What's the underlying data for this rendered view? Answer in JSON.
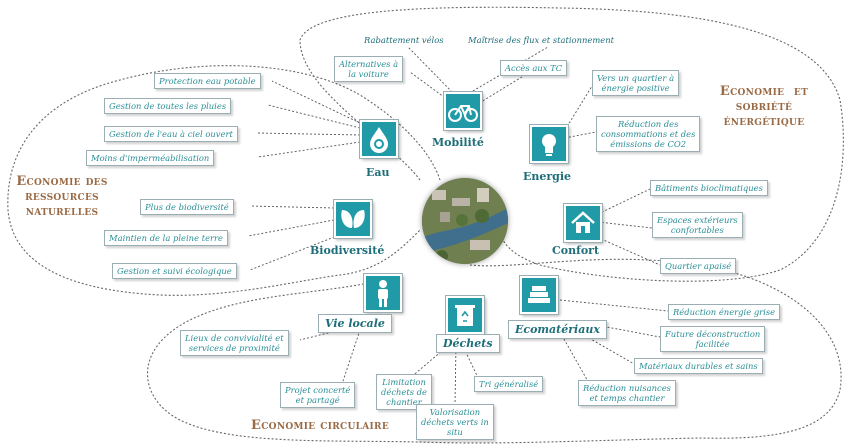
{
  "groups": {
    "naturelles": "Economie des\nressources\nnaturelles",
    "energie": "Economie  et\nsobriété\nénergétique",
    "circulaire": "Economie circulaire"
  },
  "themes": {
    "mobilite": "Mobilité",
    "eau": "Eau",
    "energie": "Energie",
    "biodiversite": "Biodiversité",
    "confort": "Confort",
    "vie_locale": "Vie locale",
    "dechets": "Déchets",
    "ecomateriaux": "Ecomatériaux"
  },
  "mobilite_items": [
    "Rabattement vélos",
    "Maîtrise des flux et stationnement",
    "Alternatives à\nla voiture",
    "Accès aux TC"
  ],
  "eau_items": [
    "Protection eau potable",
    "Gestion de toutes les pluies",
    "Gestion de l'eau à ciel ouvert",
    "Moins d'imperméabilisation"
  ],
  "energie_items": [
    "Vers un quartier à\nénergie positive",
    "Réduction des\nconsommations et des\némissions de CO2"
  ],
  "biodiversite_items": [
    "Plus de biodiversité",
    "Maintien de la pleine terre",
    "Gestion et suivi écologique"
  ],
  "confort_items": [
    "Bâtiments bioclimatiques",
    "Espaces extérieurs\nconfortables",
    "Quartier apaisé"
  ],
  "vie_locale_items": [
    "Lieux de convivialité et\nservices de proximité",
    "Projet concerté\net partagé"
  ],
  "dechets_items": [
    "Limitation\ndéchets de\nchantier",
    "Tri généralisé",
    "Valorisation\ndéchets verts in\nsitu"
  ],
  "ecomateriaux_items": [
    "Réduction énergie grise",
    "Future déconstruction\nfacilitée",
    "Matériaux durables et sains",
    "Réduction nuisances\net temps chantier"
  ],
  "icons": {
    "mobilite": "bicycle-icon",
    "eau": "water-drop-recycle-icon",
    "energie": "light-bulb-icon",
    "biodiversite": "leaves-icon",
    "confort": "house-icon",
    "vie_locale": "person-icon",
    "dechets": "recycle-bin-icon",
    "ecomateriaux": "building-materials-icon"
  },
  "colors": {
    "teal": "#1f9aa6",
    "label_text": "#2a8f97",
    "group_title": "#9a6a45",
    "leader": "#555555"
  }
}
